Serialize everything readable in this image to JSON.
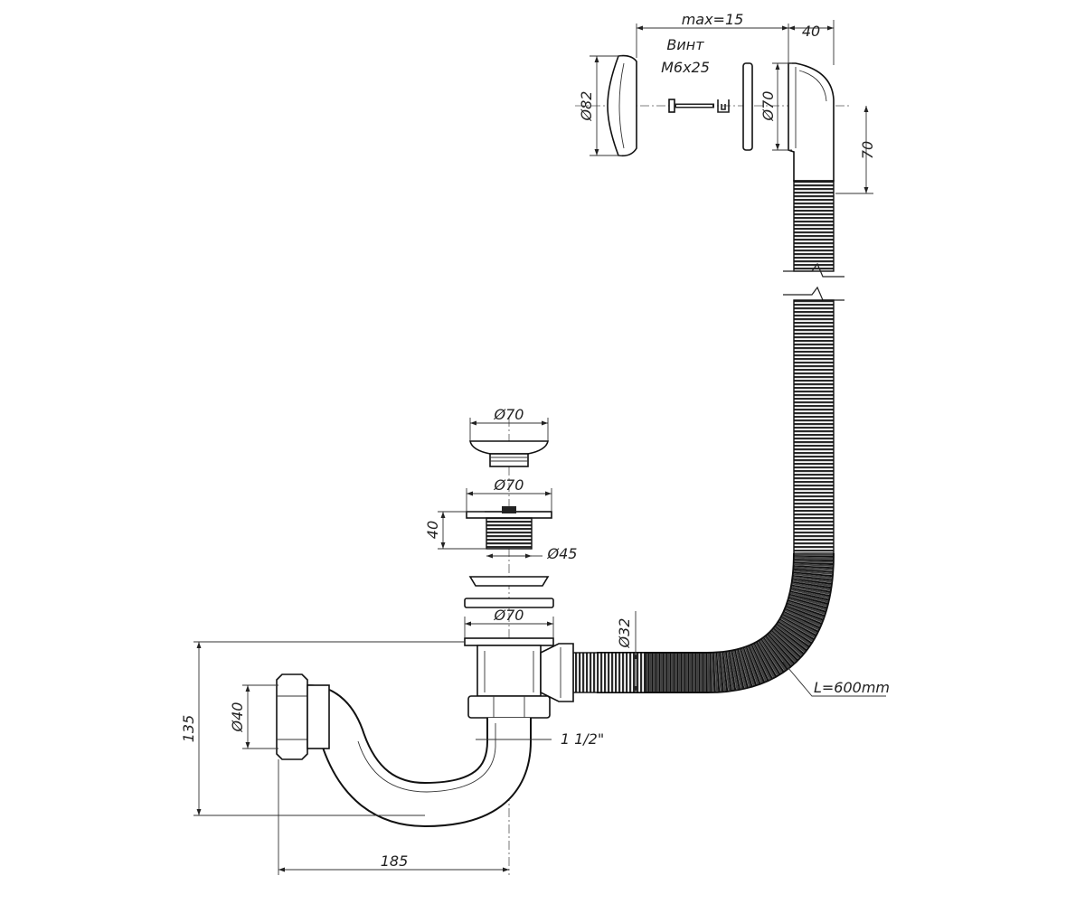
{
  "diagram": {
    "labels": {
      "max15": "max=15",
      "dim40_top": "40",
      "screw_title": "Винт",
      "screw_size": "М6х25",
      "d82": "Ø82",
      "d70_overflow": "Ø70",
      "dim70_right": "70",
      "d70_cap": "Ø70",
      "d70_strainer": "Ø70",
      "dim40_strainer": "40",
      "d45": "Ø45",
      "d70_body": "Ø70",
      "d32": "Ø32",
      "hose_length": "L=600mm",
      "d40_outlet": "Ø40",
      "thread": "1 1/2\"",
      "dim135": "135",
      "dim185": "185"
    }
  }
}
